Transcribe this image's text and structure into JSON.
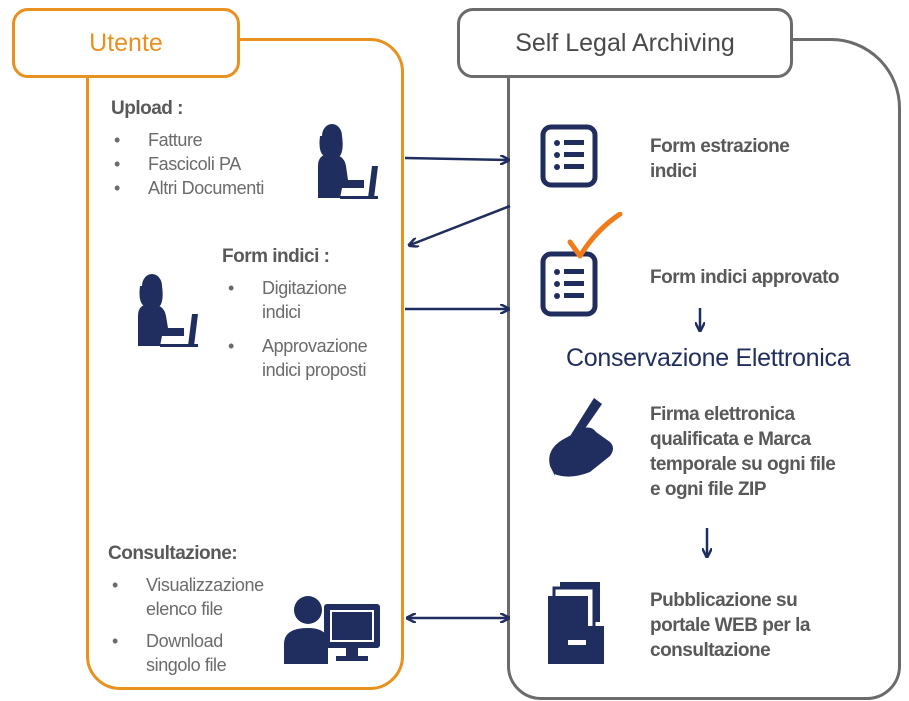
{
  "left_panel": {
    "tab_label": "Utente",
    "upload": {
      "heading": "Upload :",
      "items": [
        "Fatture",
        "Fascicoli PA",
        "Altri Documenti"
      ]
    },
    "form_indici": {
      "heading": "Form indici :",
      "items": [
        {
          "line1": "Digitazione",
          "line2": "indici"
        },
        {
          "line1": "Approvazione",
          "line2": "indici proposti"
        }
      ]
    },
    "consultazione": {
      "heading": "Consultazione:",
      "items": [
        {
          "line1": "Visualizzazione",
          "line2": "elenco file"
        },
        {
          "line1": "Download",
          "line2": "singolo file"
        }
      ]
    }
  },
  "right_panel": {
    "tab_label": "Self Legal Archiving",
    "form_estrazione": {
      "line1": "Form estrazione",
      "line2": "indici"
    },
    "form_approvato": "Form indici approvato",
    "conservazione": "Conservazione Elettronica",
    "firma": {
      "lines": [
        "Firma elettronica",
        "qualificata e Marca",
        "temporale  su ogni file",
        "e ogni file ZIP"
      ]
    },
    "pubblicazione": {
      "lines": [
        "Pubblicazione su",
        "portale WEB per la",
        "consultazione"
      ]
    }
  },
  "colors": {
    "orange": "#e8911f",
    "gray_border": "#6b6b6b",
    "navy": "#1f2e5e",
    "check_orange": "#f07b1b",
    "text_gray": "#595959"
  },
  "icons": [
    "user-at-laptop-icon",
    "user-at-computer-icon",
    "form-list-icon",
    "approved-form-icon",
    "signing-hand-icon",
    "archive-box-icon",
    "arrow-right-icon",
    "arrow-left-icon",
    "arrow-down-icon",
    "double-arrow-icon"
  ]
}
